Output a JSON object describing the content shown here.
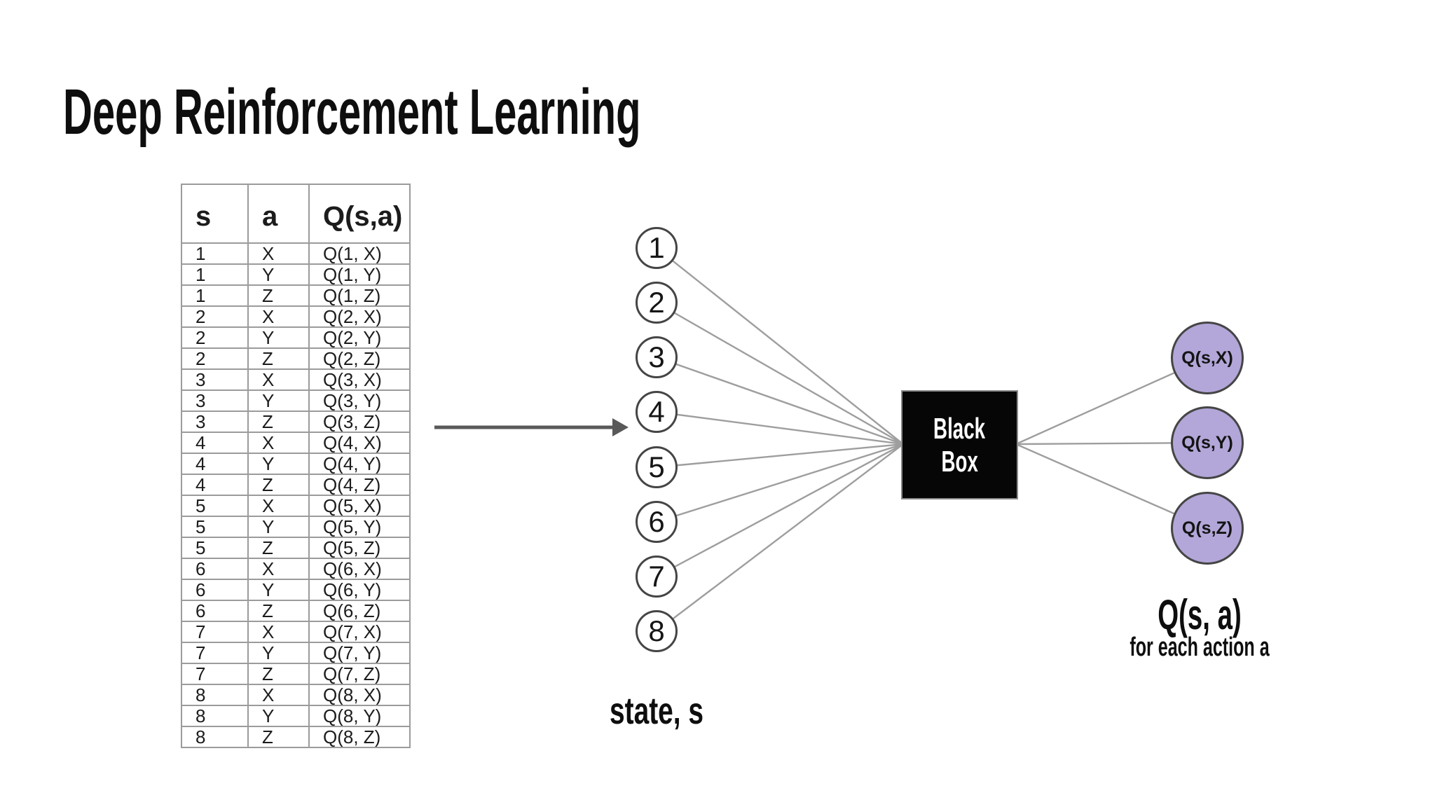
{
  "slide": {
    "title": "Deep Reinforcement Learning",
    "colors": {
      "background": "#ffffff",
      "text": "#0e0e0e",
      "accent_purple": "#b3a7d9",
      "line_gray": "#9e9e9e",
      "arrow_gray": "#595959",
      "node_border": "#454545",
      "table_border": "#9b9b9b",
      "black_box_fill": "#060606",
      "black_box_text": "#ffffff"
    }
  },
  "table": {
    "headers": [
      "s",
      "a",
      "Q(s,a)"
    ],
    "rows": [
      [
        "1",
        "X",
        "Q(1, X)"
      ],
      [
        "1",
        "Y",
        "Q(1, Y)"
      ],
      [
        "1",
        "Z",
        "Q(1, Z)"
      ],
      [
        "2",
        "X",
        "Q(2, X)"
      ],
      [
        "2",
        "Y",
        "Q(2, Y)"
      ],
      [
        "2",
        "Z",
        "Q(2, Z)"
      ],
      [
        "3",
        "X",
        "Q(3, X)"
      ],
      [
        "3",
        "Y",
        "Q(3, Y)"
      ],
      [
        "3",
        "Z",
        "Q(3, Z)"
      ],
      [
        "4",
        "X",
        "Q(4, X)"
      ],
      [
        "4",
        "Y",
        "Q(4, Y)"
      ],
      [
        "4",
        "Z",
        "Q(4, Z)"
      ],
      [
        "5",
        "X",
        "Q(5, X)"
      ],
      [
        "5",
        "Y",
        "Q(5, Y)"
      ],
      [
        "5",
        "Z",
        "Q(5, Z)"
      ],
      [
        "6",
        "X",
        "Q(6, X)"
      ],
      [
        "6",
        "Y",
        "Q(6, Y)"
      ],
      [
        "6",
        "Z",
        "Q(6, Z)"
      ],
      [
        "7",
        "X",
        "Q(7, X)"
      ],
      [
        "7",
        "Y",
        "Q(7, Y)"
      ],
      [
        "7",
        "Z",
        "Q(7, Z)"
      ],
      [
        "8",
        "X",
        "Q(8, X)"
      ],
      [
        "8",
        "Y",
        "Q(8, Y)"
      ],
      [
        "8",
        "Z",
        "Q(8, Z)"
      ]
    ]
  },
  "diagram": {
    "input_nodes": [
      "1",
      "2",
      "3",
      "4",
      "5",
      "6",
      "7",
      "8"
    ],
    "black_box": {
      "line1": "Black",
      "line2": "Box"
    },
    "output_nodes": [
      "Q(s,X)",
      "Q(s,Y)",
      "Q(s,Z)"
    ],
    "input_label": "state, s",
    "output_label": "Q(s, a)",
    "output_sublabel": "for each action a"
  }
}
